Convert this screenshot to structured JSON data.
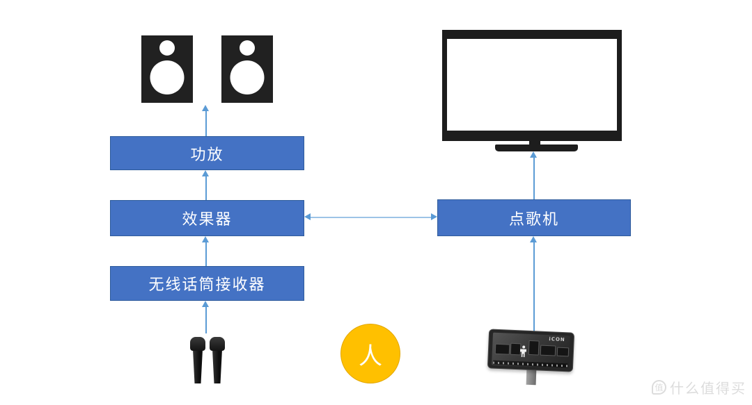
{
  "diagram": {
    "title": "karaoke-system-setup",
    "palette": {
      "box_fill": "#4472C4",
      "box_border": "#2E5B9B",
      "arrow": "#5B9BD5",
      "person_fill": "#FFC000",
      "person_border": "#E2A600",
      "device_dark": "#1D1D1D",
      "watermark_gray": "#DCDCDC"
    },
    "nodes": {
      "amplifier": {
        "label": "功放"
      },
      "effects_processor": {
        "label": "效果器"
      },
      "wireless_mic_receiver": {
        "label": "无线话筒接收器"
      },
      "karaoke_machine": {
        "label": "点歌机"
      },
      "person": {
        "label": "人"
      }
    },
    "devices": {
      "speakers": {
        "icon": "stereo-speakers-icon",
        "count": 2
      },
      "tv": {
        "icon": "tv-icon"
      },
      "microphones": {
        "icon": "wireless-microphones-icon",
        "count": 2
      },
      "touchscreen": {
        "icon": "song-selection-touchscreen-icon",
        "screen_logo": "iCON"
      }
    },
    "connections": [
      {
        "from": "amplifier",
        "to": "speakers",
        "direction": "up"
      },
      {
        "from": "effects_processor",
        "to": "amplifier",
        "direction": "up"
      },
      {
        "from": "wireless_mic_receiver",
        "to": "effects_processor",
        "direction": "up"
      },
      {
        "from": "microphones",
        "to": "wireless_mic_receiver",
        "direction": "up"
      },
      {
        "from": "effects_processor",
        "to": "karaoke_machine",
        "direction": "both"
      },
      {
        "from": "karaoke_machine",
        "to": "tv",
        "direction": "up"
      },
      {
        "from": "touchscreen",
        "to": "karaoke_machine",
        "direction": "up"
      }
    ],
    "watermark": {
      "logo": "值",
      "text": "什么值得买"
    }
  }
}
